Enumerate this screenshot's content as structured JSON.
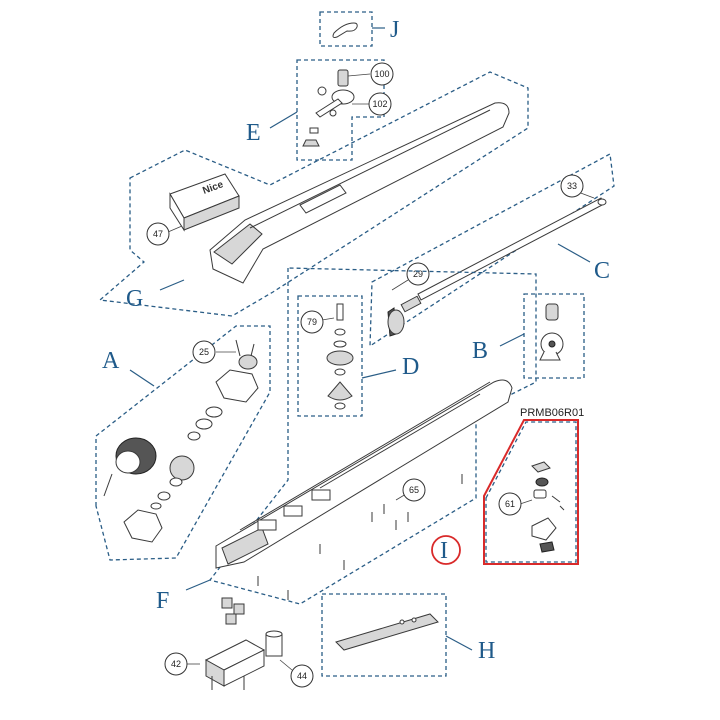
{
  "groups": {
    "A": "A",
    "B": "B",
    "C": "C",
    "D": "D",
    "E": "E",
    "F": "F",
    "G": "G",
    "H": "H",
    "I": "I",
    "J": "J"
  },
  "callouts": {
    "c100": "100",
    "c102": "102",
    "c47": "47",
    "c33": "33",
    "c29": "29",
    "c79": "79",
    "c25": "25",
    "c65": "65",
    "c61": "61",
    "c42": "42",
    "c44": "44"
  },
  "highlight": {
    "code": "PRMB06R01",
    "color": "#d92a2a"
  },
  "logo_text": "Nice",
  "colors": {
    "group_line": "#2a5d86",
    "highlight": "#d92a2a"
  }
}
